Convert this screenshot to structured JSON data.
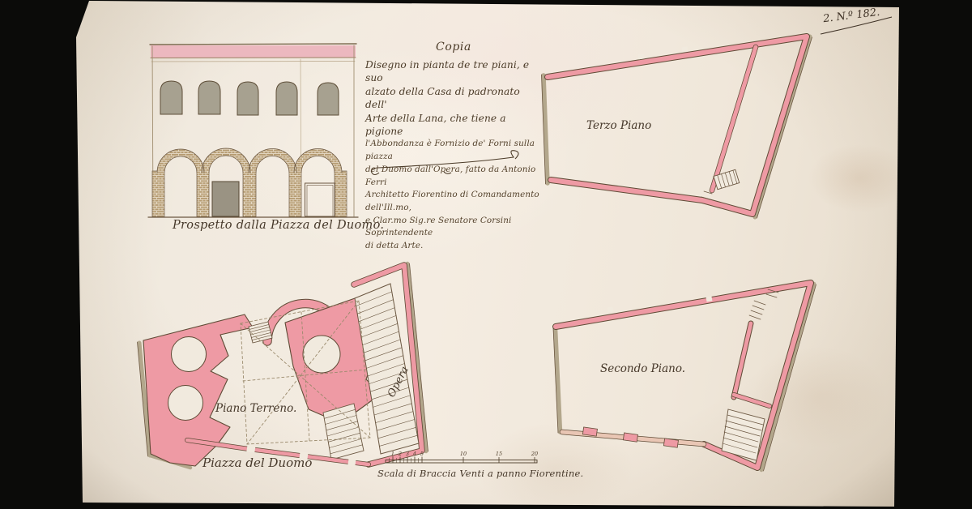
{
  "document": {
    "type": "historic architectural drawing, pen and watercolor",
    "archival_mark": "2. N.º 182."
  },
  "caption": {
    "title": "Copia",
    "lines": [
      "Disegno in pianta de tre piani, e suo",
      "alzato della Casa di padronato dell'",
      "Arte della Lana, che tiene a pigione",
      "l'Abbondanza è Fornizio de' Forni sulla piazza",
      "del Duomo dall'Opera, fatto da Antonio Ferri",
      "Architetto Fiorentino di Comandamento dell'Ill.mo,",
      "e Clar.mo Sig.re Senatore Corsini Soprintendente",
      "di detta Arte."
    ]
  },
  "elevation": {
    "label": "Prospetto dalla Piazza del Duomo."
  },
  "plans": {
    "terzo": {
      "label": "Terzo Piano"
    },
    "secondo": {
      "label": "Secondo Piano."
    },
    "terreno": {
      "label": "Piano Terreno.",
      "street_label": "Piazza del Duomo",
      "side_label": "Opera"
    }
  },
  "scale_bar": {
    "label": "Scala di Braccia Venti a panno Fiorentine.",
    "ticks": [
      "1",
      "2",
      "3",
      "4",
      "5",
      "10",
      "15",
      "20"
    ]
  },
  "palette": {
    "background": "#0b0b09",
    "paper": "#f2ebe0",
    "ink": "#46382a",
    "wall_pink": "#ee9aa4",
    "wall_outline": "#5f4b36",
    "wall_tan": "#b3a78c",
    "brick": "#b59b71",
    "window_gray": "#a7a190"
  }
}
